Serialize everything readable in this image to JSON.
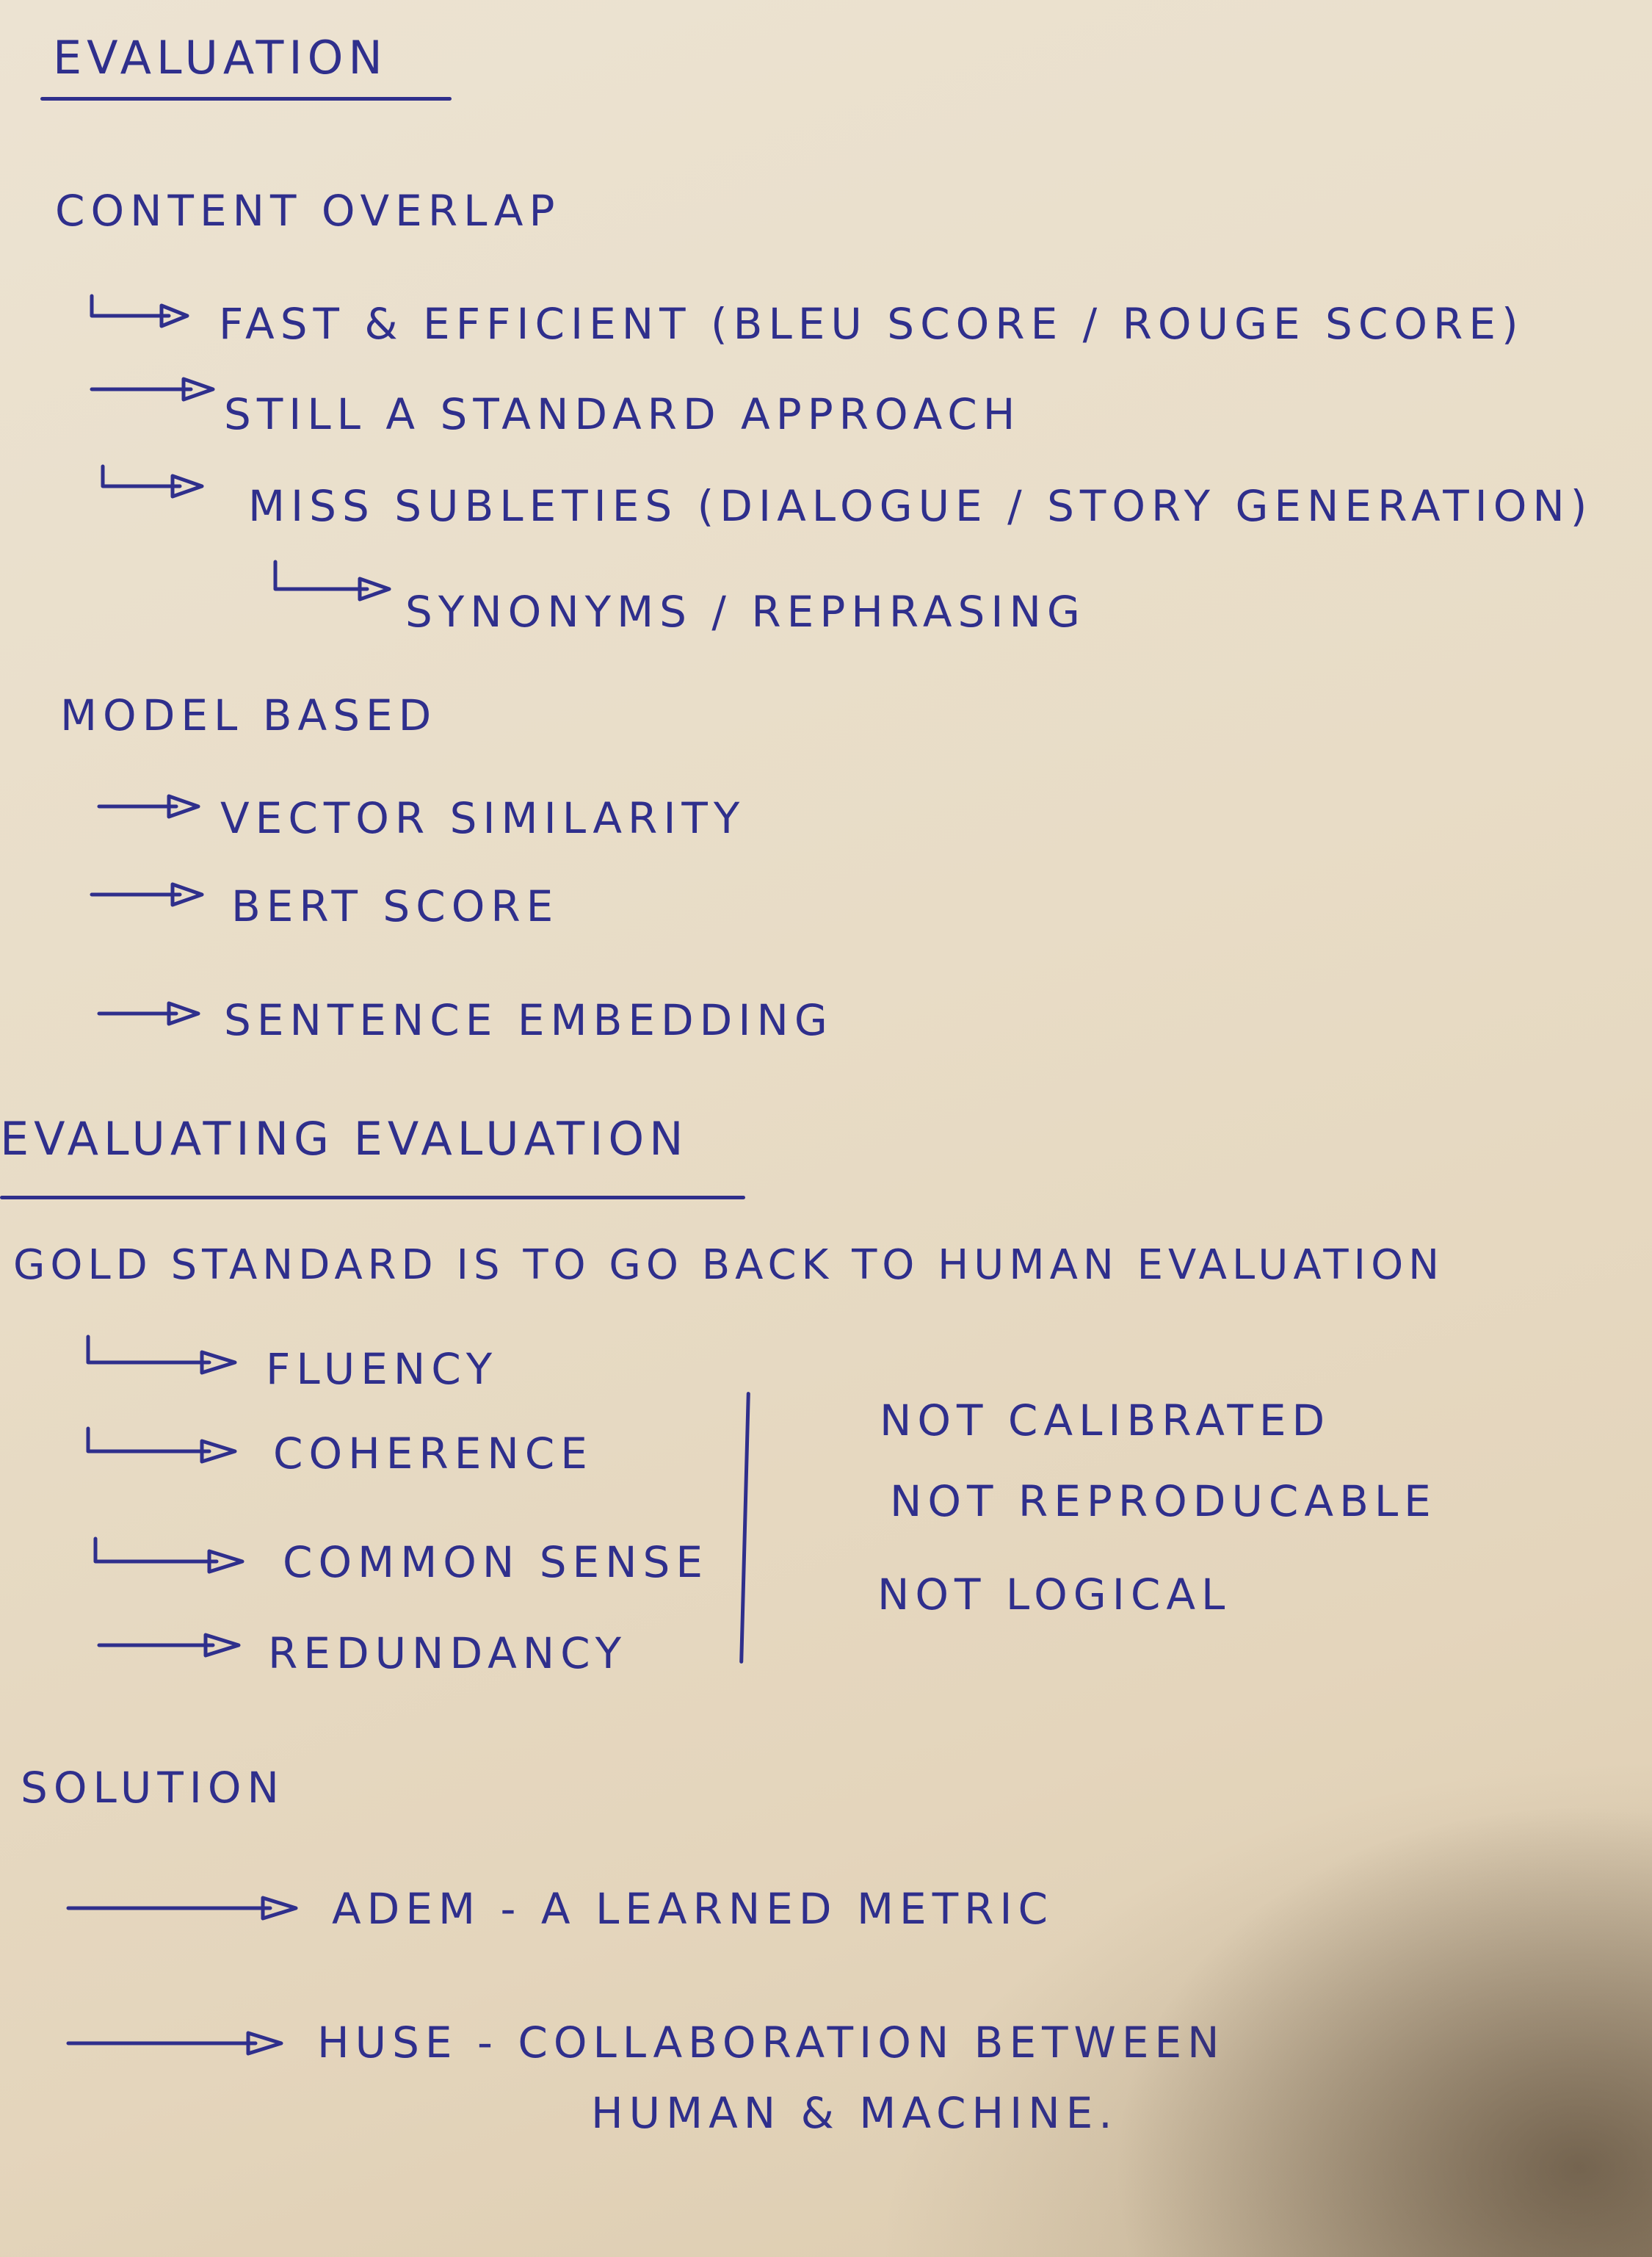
{
  "sections": {
    "evaluation": {
      "title": "EVALUATION",
      "content_overlap": {
        "heading": "CONTENT OVERLAP",
        "items": [
          "FAST & EFFICIENT (BLEU SCORE / ROUGE SCORE)",
          "STILL A STANDARD APPROACH",
          "MISS SUBLETIES (DIALOGUE / STORY GENERATION)",
          "SYNONYMS / REPHRASING"
        ]
      },
      "model_based": {
        "heading": "MODEL BASED",
        "items": [
          "VECTOR SIMILARITY",
          "BERT SCORE",
          "SENTENCE EMBEDDING"
        ]
      }
    },
    "evaluating_evaluation": {
      "title": "EVALUATING EVALUATION",
      "intro": "GOLD STANDARD IS TO GO BACK TO HUMAN EVALUATION",
      "criteria": [
        "FLUENCY",
        "COHERENCE",
        "COMMON SENSE",
        "REDUNDANCY"
      ],
      "issues": [
        "NOT CALIBRATED",
        "NOT REPRODUCABLE",
        "NOT LOGICAL"
      ]
    },
    "solution": {
      "heading": "SOLUTION",
      "items": [
        "ADEM - A LEARNED METRIC",
        "HUSE - COLLABORATION BETWEEN"
      ],
      "continuation": "HUMAN & MACHINE."
    }
  },
  "ink_color": "#2f2f8c"
}
